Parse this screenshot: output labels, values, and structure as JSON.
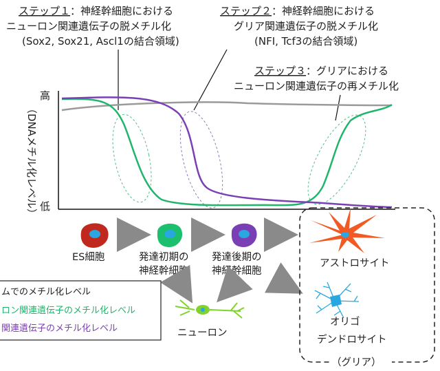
{
  "steps": [
    {
      "prefix": "ステップ１",
      "title_rest": "：神経幹細胞における",
      "line2": "ニューロン関連遺伝子の脱メチル化",
      "line3": "(Sox2, Sox21, Ascl1の結合領域)"
    },
    {
      "prefix": "ステップ２",
      "title_rest": "：神経幹細胞における",
      "line2": "グリア関連遺伝子の脱メチル化",
      "line3": "(NFI, Tcf3の結合領域)"
    },
    {
      "prefix": "ステップ３",
      "title_rest": "：グリアにおける",
      "line2": "ニューロン関連遺伝子の再メチル化"
    }
  ],
  "axis": {
    "ylabel": "（DNAメチル化レベル）",
    "high": "高",
    "low": "低"
  },
  "cells": {
    "es": "ES細胞",
    "early": [
      "発達初期の",
      "神経幹細胞"
    ],
    "late": [
      "発達後期の",
      "神経幹細胞"
    ],
    "neuron": "ニューロン",
    "astrocyte": "アストロサイト",
    "oligo": [
      "オリゴ",
      "デンドロサイト"
    ],
    "glia_group": "（グリア）"
  },
  "legend": {
    "genome": "ムでのメチル化レベル",
    "neuron_genes": "ロン関連遺伝子のメチル化レベル",
    "glia_genes": "関連遺伝子のメチル化レベル"
  },
  "colors": {
    "genome": "#9a9a9a",
    "neuron_genes": "#1fb56b",
    "glia_genes": "#7b3fb5",
    "es_cell": "#c0281d",
    "early_cell": "#1cbf6e",
    "late_cell": "#7b3fb5",
    "nucleus": "#2aa7e0"
  },
  "chart_data": {
    "type": "line",
    "ylabel": "（DNAメチル化レベル）",
    "y_ticks": [
      "低",
      "高"
    ],
    "series": [
      {
        "name": "ムでのメチル化レベル",
        "color": "#9a9a9a"
      },
      {
        "name": "ロン関連遺伝子のメチル化レベル",
        "color": "#1fb56b"
      },
      {
        "name": "関連遺伝子のメチル化レベル",
        "color": "#7b3fb5"
      }
    ]
  }
}
